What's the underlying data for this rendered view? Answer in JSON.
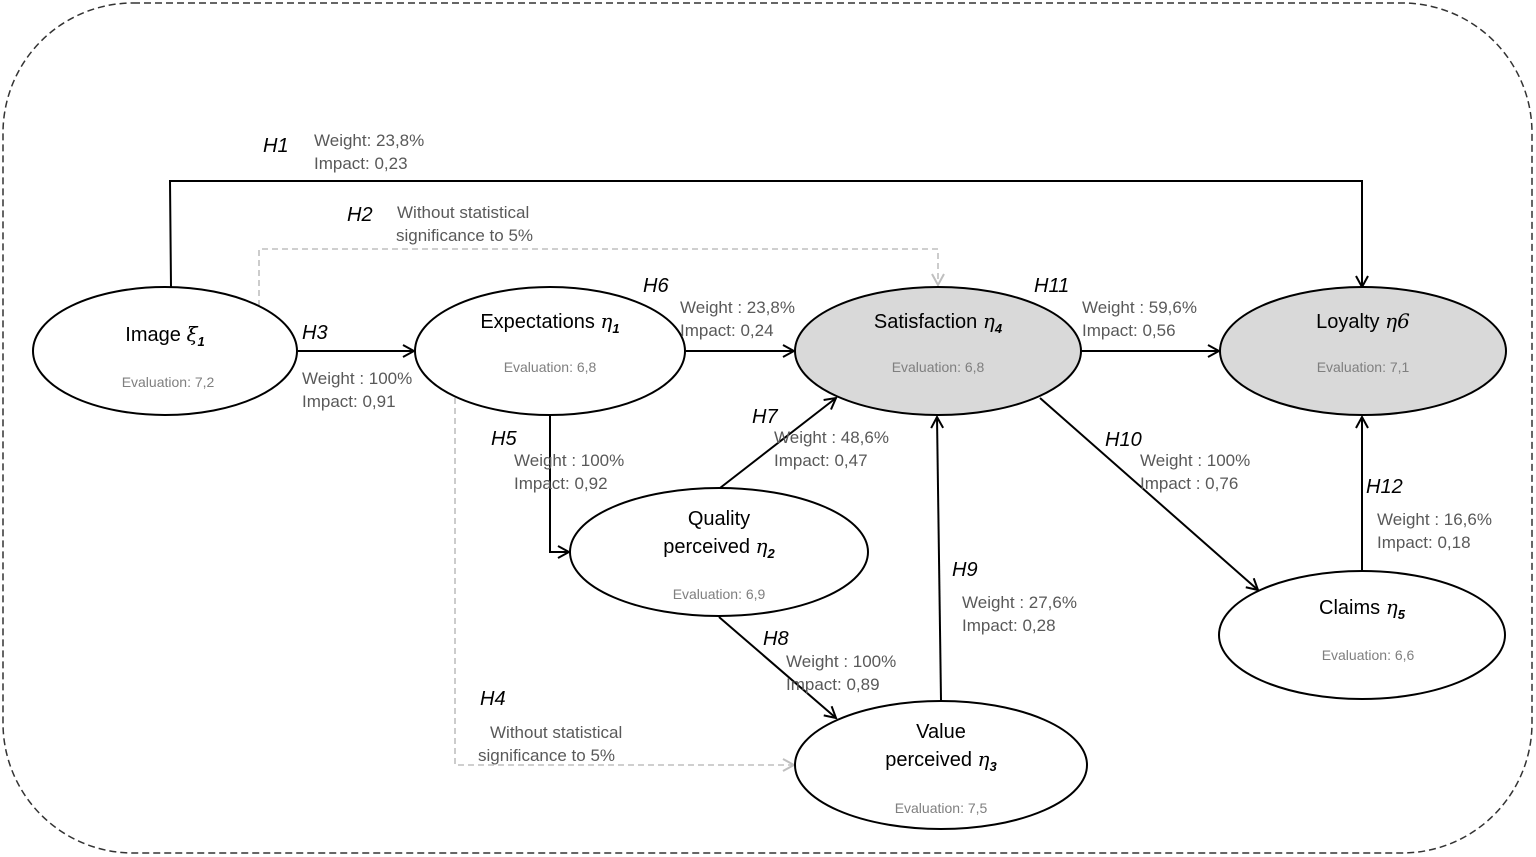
{
  "colors": {
    "node_fill": "#ffffff",
    "node_fill_highlight": "#d9d9d9",
    "stroke": "#000000",
    "insignificant": "#bfbfbf",
    "stat_text": "#595959",
    "eval_text": "#7f7f7f"
  },
  "nodes": [
    {
      "id": "image",
      "name": "Image",
      "symbol": "ξ",
      "subscript": "1",
      "evaluation_label": "Evaluation: 7,2",
      "evaluation": "7,2",
      "highlighted": false
    },
    {
      "id": "expectations",
      "name": "Expectations",
      "symbol": "η",
      "subscript": "1",
      "evaluation_label": "Evaluation:   6,8",
      "evaluation": "6,8",
      "highlighted": false
    },
    {
      "id": "satisfaction",
      "name": "Satisfaction",
      "symbol": "η",
      "subscript": "4",
      "evaluation_label": "Evaluation:   6,8",
      "evaluation": "6,8",
      "highlighted": true
    },
    {
      "id": "loyalty",
      "name": "Loyalty",
      "symbol": "η6",
      "subscript": "",
      "evaluation_label": "Evaluation:  7,1",
      "evaluation": "7,1",
      "highlighted": true
    },
    {
      "id": "quality",
      "name_line1": "Quality",
      "name": "perceived",
      "symbol": "η",
      "subscript": "2",
      "evaluation_label": "Evaluation: 6,9",
      "evaluation": "6,9",
      "highlighted": false
    },
    {
      "id": "value",
      "name_line1": "Value",
      "name": "perceived ",
      "symbol": "η",
      "subscript": "3",
      "evaluation_label": "Evaluation: 7,5",
      "evaluation": "7,5",
      "highlighted": false
    },
    {
      "id": "claims",
      "name": "Claims",
      "symbol": "η",
      "subscript": "5",
      "evaluation_label": "Evaluation:   6,6",
      "evaluation": "6,6",
      "highlighted": false
    }
  ],
  "hypotheses": [
    {
      "id": "H1",
      "label": "H1",
      "from": "image",
      "to": "loyalty",
      "significant": true,
      "weight_label": "Weight: 23,8%",
      "impact_label": "Impact: 0,23"
    },
    {
      "id": "H2",
      "label": "H2",
      "from": "image",
      "to": "satisfaction",
      "significant": false,
      "note_line1": "Without statistical",
      "note_line2": "significance to 5%"
    },
    {
      "id": "H3",
      "label": "H3",
      "from": "image",
      "to": "expectations",
      "significant": true,
      "weight_label": "Weight : 100%",
      "impact_label": "Impact: 0,91"
    },
    {
      "id": "H4",
      "label": "H4",
      "from": "expectations",
      "to": "value",
      "significant": false,
      "note_line1": "Without statistical",
      "note_line2": "significance to 5%"
    },
    {
      "id": "H5",
      "label": "H5",
      "from": "expectations",
      "to": "quality",
      "significant": true,
      "weight_label": "Weight : 100%",
      "impact_label": "Impact: 0,92"
    },
    {
      "id": "H6",
      "label": "H6",
      "from": "expectations",
      "to": "satisfaction",
      "significant": true,
      "weight_label": "Weight : 23,8%",
      "impact_label": "Impact: 0,24"
    },
    {
      "id": "H7",
      "label": "H7",
      "from": "quality",
      "to": "satisfaction",
      "significant": true,
      "weight_label": "Weight : 48,6%",
      "impact_label": "Impact: 0,47"
    },
    {
      "id": "H8",
      "label": "H8",
      "from": "quality",
      "to": "value",
      "significant": true,
      "weight_label": "Weight : 100%",
      "impact_label": "Impact: 0,89"
    },
    {
      "id": "H9",
      "label": "H9",
      "from": "value",
      "to": "satisfaction",
      "significant": true,
      "weight_label": "Weight : 27,6%",
      "impact_label": "Impact:  0,28"
    },
    {
      "id": "H10",
      "label": "H10",
      "from": "satisfaction",
      "to": "claims",
      "significant": true,
      "weight_label": "Weight : 100%",
      "impact_label": "Impact : 0,76"
    },
    {
      "id": "H11",
      "label": "H11",
      "from": "satisfaction",
      "to": "loyalty",
      "significant": true,
      "weight_label": "Weight : 59,6%",
      "impact_label": "Impact:  0,56"
    },
    {
      "id": "H12",
      "label": "H12",
      "from": "claims",
      "to": "loyalty",
      "significant": true,
      "weight_label": "Weight : 16,6%",
      "impact_label": "Impact: 0,18"
    }
  ]
}
